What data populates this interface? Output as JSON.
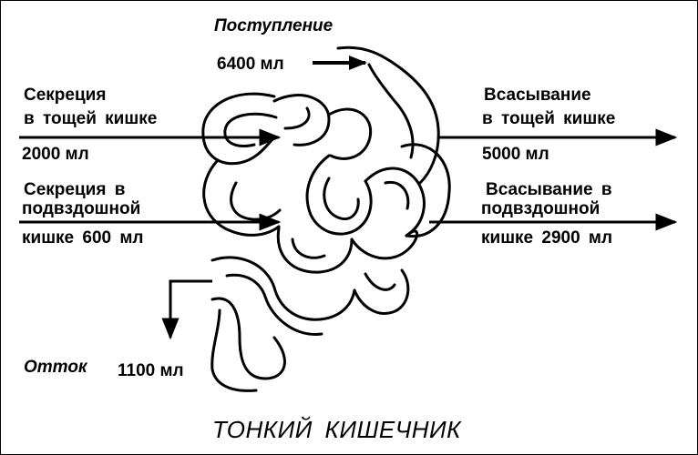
{
  "title": "ТОНКИЙ КИШЕЧНИК",
  "inflow": {
    "label": "Поступление",
    "amount": "6400 мл"
  },
  "secretion_jejunum": {
    "line1": "Секреция",
    "line2": "в тощей кишке",
    "amount": "2000 мл"
  },
  "secretion_ileum": {
    "line1": "Секреция в",
    "line2": "подвздошной",
    "line3": "кишке 600 мл"
  },
  "absorption_jejunum": {
    "line1": "Всасывание",
    "line2": "в тощей кишке",
    "amount": "5000 мл"
  },
  "absorption_ileum": {
    "line1": "Всасывание в",
    "line2": "подвздошной",
    "line3": "кишке 2900 мл"
  },
  "outflow": {
    "label": "Отток",
    "amount": "1100 мл"
  }
}
